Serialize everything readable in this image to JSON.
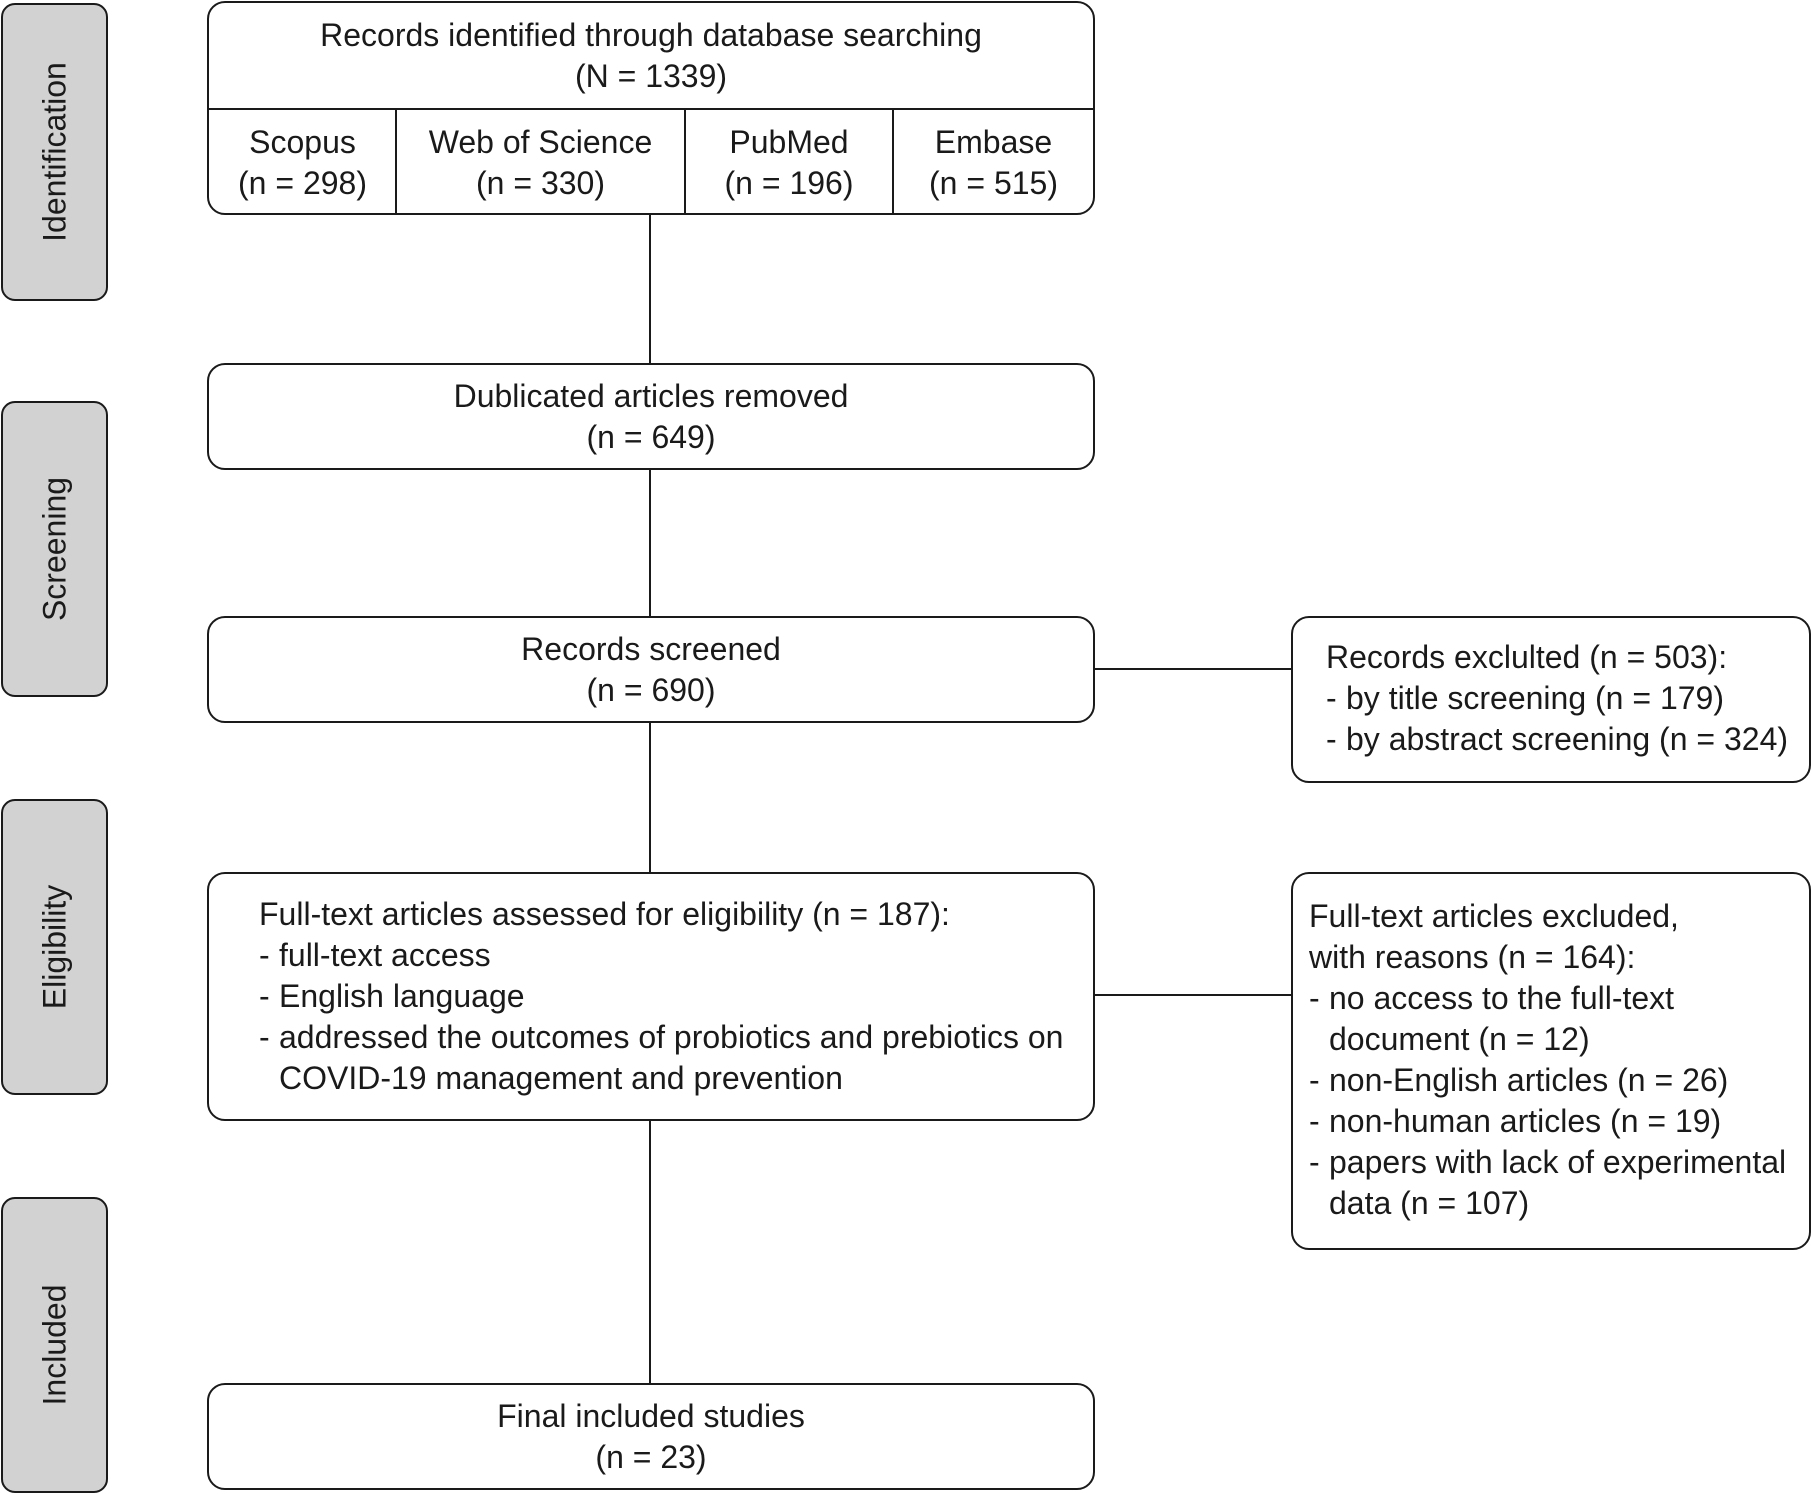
{
  "stages": {
    "identification": "Identification",
    "screening": "Screening",
    "eligibility": "Eligibility",
    "included": "Included"
  },
  "identification_box": {
    "title": "Records identified through database searching",
    "count": "(N = 1339)",
    "databases": [
      {
        "name": "Scopus",
        "count": "(n = 298)"
      },
      {
        "name": "Web of Science",
        "count": "(n = 330)"
      },
      {
        "name": "PubMed",
        "count": "(n = 196)"
      },
      {
        "name": "Embase",
        "count": "(n = 515)"
      }
    ]
  },
  "duplicates_box": {
    "title": "Dublicated articles removed",
    "count": "(n = 649)"
  },
  "screened_box": {
    "title": "Records screened",
    "count": "(n = 690)"
  },
  "excluded_box": {
    "title": "Records exclulted (n = 503):",
    "items": [
      "by title screening (n = 179)",
      "by abstract screening (n = 324)"
    ]
  },
  "eligibility_box": {
    "title": "Full-text articles assessed for eligibility (n = 187):",
    "items": [
      "full-text access",
      "English language",
      "addressed the outcomes of probiotics and prebiotics on COVID-19 management and prevention"
    ]
  },
  "fulltext_excluded_box": {
    "title_line1": "Full-text articles excluded,",
    "title_line2": "with reasons (n = 164):",
    "items": [
      "no access to the full-text document (n = 12)",
      "non-English articles (n = 26)",
      "non-human articles (n = 19)",
      "papers with lack of experimental data (n = 107)"
    ]
  },
  "included_box": {
    "title": "Final included studies",
    "count": "(n = 23)"
  }
}
